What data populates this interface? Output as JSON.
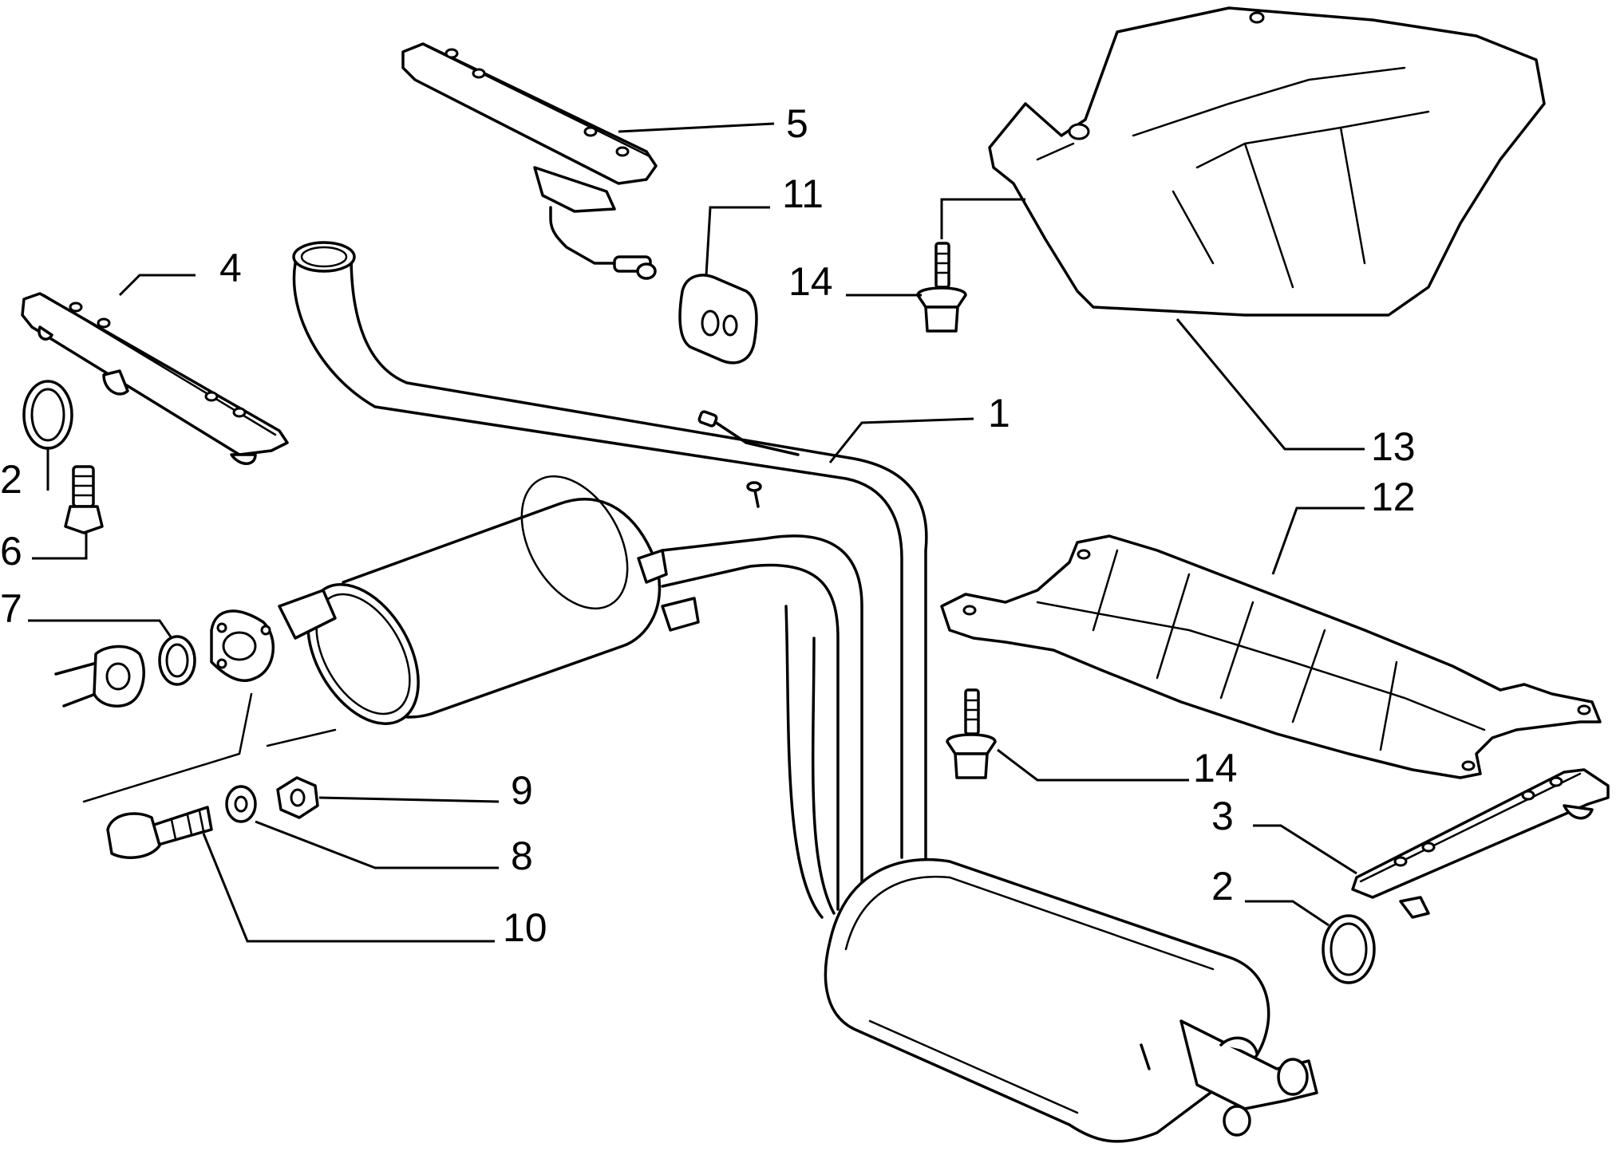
{
  "callouts": {
    "c1": "1",
    "c2a": "2",
    "c2b": "2",
    "c3": "3",
    "c4": "4",
    "c5": "5",
    "c6": "6",
    "c7": "7",
    "c8": "8",
    "c9": "9",
    "c10": "10",
    "c11": "11",
    "c12": "12",
    "c13": "13",
    "c14a": "14",
    "c14b": "14"
  }
}
